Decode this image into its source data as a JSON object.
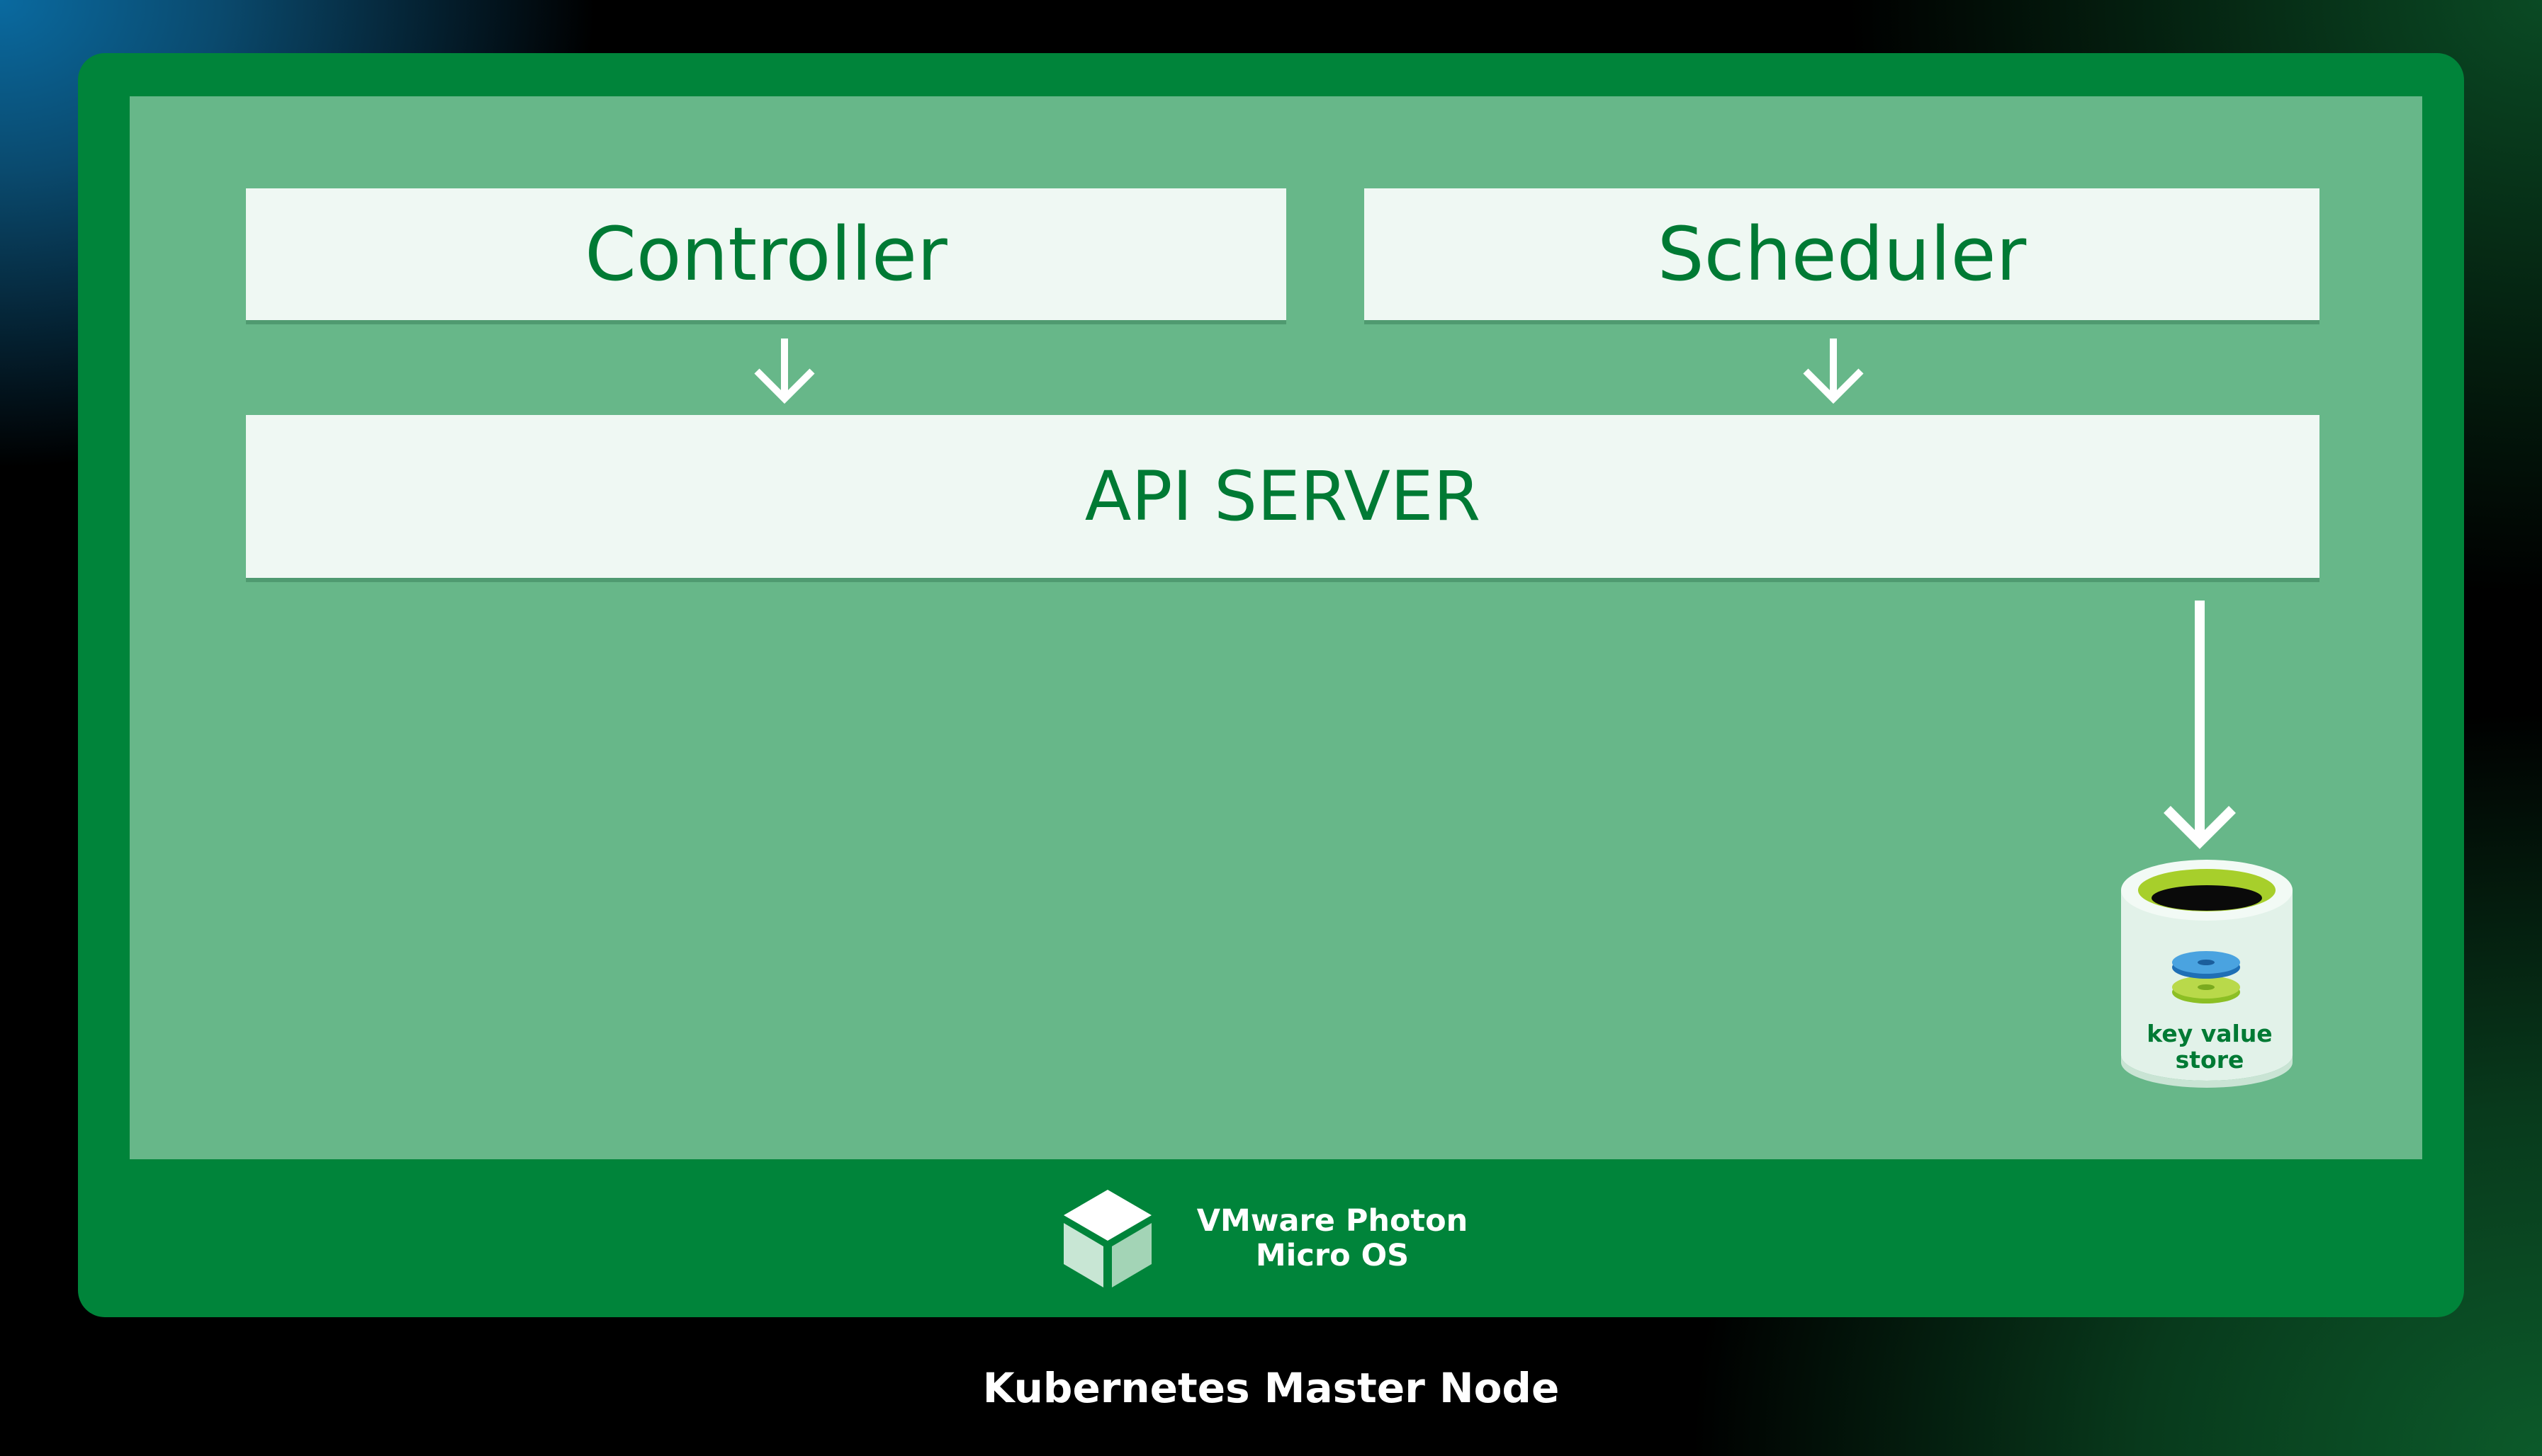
{
  "diagram": {
    "caption": "Kubernetes Master Node",
    "components": {
      "controller": "Controller",
      "scheduler": "Scheduler",
      "api_server": "API SERVER"
    },
    "store": {
      "line1": "key value",
      "line2": "store"
    },
    "os": {
      "line1": "VMware Photon",
      "line2": "Micro OS"
    },
    "colors": {
      "node_green": "#00843a",
      "panel_green": "#67b789",
      "box_fill": "#eff8f3",
      "text_green": "#007a34",
      "arrow": "#ffffff"
    },
    "icons": [
      "down-arrow-icon",
      "database-icon",
      "cube-icon"
    ]
  }
}
